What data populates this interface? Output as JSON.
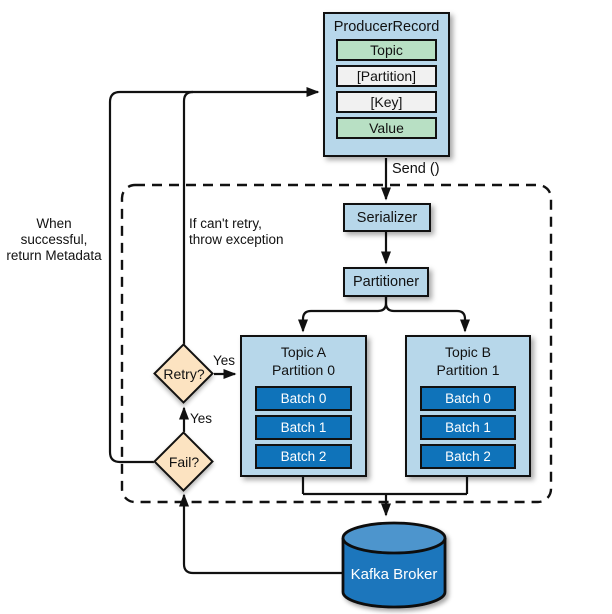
{
  "diagram": {
    "producer_record": {
      "title": "ProducerRecord",
      "fields": [
        {
          "label": "Topic"
        },
        {
          "label": "[Partition]"
        },
        {
          "label": "[Key]"
        },
        {
          "label": "Value"
        }
      ]
    },
    "send_label": "Send ()",
    "serializer_label": "Serializer",
    "partitioner_label": "Partitioner",
    "topics": [
      {
        "title": "Topic A",
        "subtitle": "Partition 0",
        "batches": [
          "Batch 0",
          "Batch 1",
          "Batch 2"
        ]
      },
      {
        "title": "Topic B",
        "subtitle": "Partition 1",
        "batches": [
          "Batch 0",
          "Batch 1",
          "Batch 2"
        ]
      }
    ],
    "retry_label": "Retry?",
    "fail_label": "Fail?",
    "yes_retry": "Yes",
    "yes_fail": "Yes",
    "broker_label": "Kafka Broker",
    "notes": {
      "success_line1": "When successful,",
      "success_line2": "return Metadata",
      "throw_line1": "If can't retry,",
      "throw_line2": "throw exception"
    }
  },
  "colors": {
    "box_blue": "#b7d7ea",
    "batch_blue": "#0f73ba",
    "field_green": "#b8e0c4",
    "field_gray": "#f1f1f1",
    "diamond_peach": "#fce3c1",
    "cylinder_body": "#1b76bc",
    "cylinder_top": "#4e95cd",
    "line": "#111111"
  }
}
